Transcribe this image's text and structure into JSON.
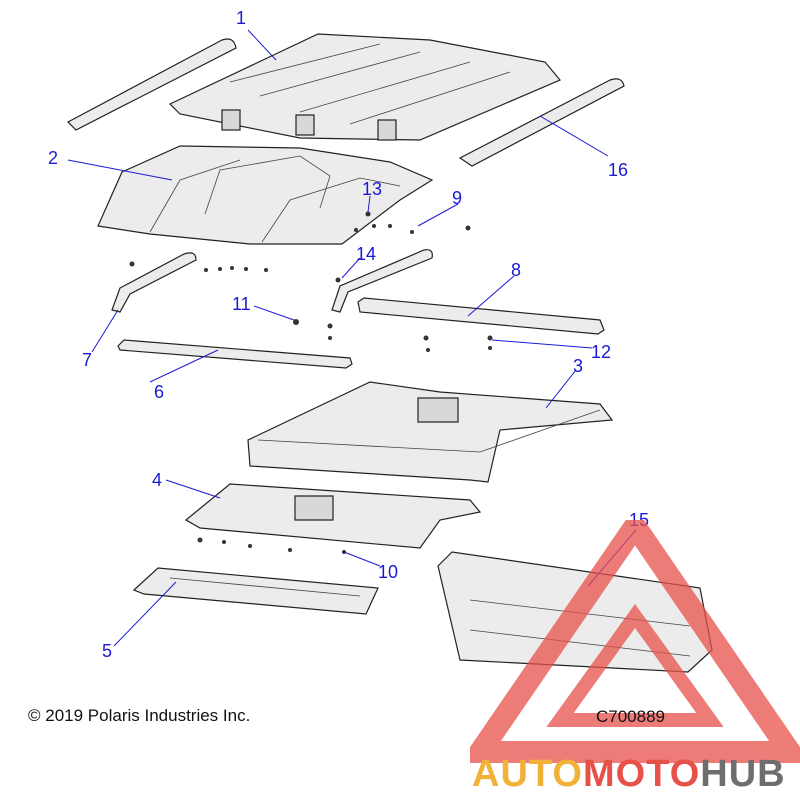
{
  "diagram": {
    "callouts": [
      "1",
      "2",
      "3",
      "4",
      "5",
      "6",
      "7",
      "8",
      "9",
      "10",
      "11",
      "12",
      "13",
      "14",
      "15",
      "16"
    ]
  },
  "footer": {
    "copyright": "© 2019 Polaris Industries Inc.",
    "figure_code": "C700889"
  },
  "watermark": {
    "part1": "AUTO",
    "part2": "MOTO",
    "part3": "HUB",
    "colors": {
      "orange": "#f2b23a",
      "red": "#e8504a",
      "gray": "#6e6e6e"
    }
  },
  "colors": {
    "callout": "#1a1ad6"
  }
}
